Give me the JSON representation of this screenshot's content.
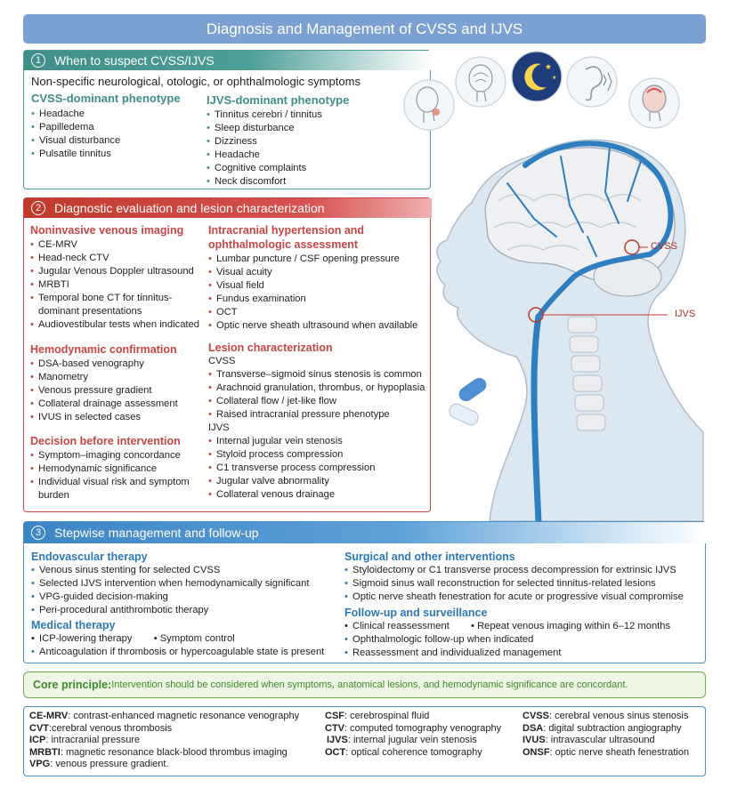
{
  "title": "Diagnosis and Management of CVSS and IJVS",
  "section1": {
    "number": "1",
    "header": "When to suspect CVSS/IJVS",
    "intro": "Non-specific neurological, otologic, or ophthalmologic symptoms",
    "cvss": {
      "title": "CVSS-dominant phenotype",
      "items": [
        "Headache",
        "Papilledema",
        "Visual disturbance",
        "Pulsatile tinnitus"
      ]
    },
    "ijvs": {
      "title": "IJVS-dominant phenotype",
      "items": [
        "Tinnitus cerebri / tinnitus",
        "Sleep disturbance",
        "Dizziness",
        "Headache",
        "Cognitive complaints",
        "Neck discomfort"
      ]
    }
  },
  "section2": {
    "number": "2",
    "header": "Diagnostic evaluation and lesion characterization",
    "noninvasive": {
      "title": "Noninvasive venous imaging",
      "items": [
        "CE-MRV",
        "Head-neck CTV",
        "Jugular Venous Doppler ultrasound",
        "MRBTI",
        "Temporal bone CT for tinnitus-",
        "Audiovestibular tests when indicated"
      ],
      "item5_cont": "dominant presentations"
    },
    "hemodynamic": {
      "title": "Hemodynamic confirmation",
      "items": [
        "DSA-based venography",
        "Manometry",
        "Venous pressure gradient",
        "Collateral drainage assessment",
        "IVUS in selected cases"
      ]
    },
    "decision": {
      "title": "Decision before intervention",
      "items": [
        "Symptom–imaging concordance",
        "Hemodynamic significance",
        "Individual visual risk and symptom"
      ],
      "item3_cont": "burden"
    },
    "icp": {
      "title_line1": "Intracranial hypertension and",
      "title_line2": "ophthalmologic assessment",
      "items": [
        "Lumbar puncture / CSF opening pressure",
        "Visual acuity",
        "Visual field",
        "Fundus examination",
        "OCT",
        "Optic nerve sheath ultrasound when available"
      ]
    },
    "lesion": {
      "title": "Lesion characterization",
      "cvss_label": "CVSS",
      "cvss_items": [
        "Transverse–sigmoid sinus stenosis is common",
        "Arachnoid granulation, thrombus, or hypoplasia",
        "Collateral flow / jet-like flow",
        "Raised intracranial pressure phenotype"
      ],
      "ijvs_label": "IJVS",
      "ijvs_items": [
        "Internal jugular vein stenosis",
        "Styloid process compression",
        "C1 transverse process compression",
        "Jugular valve abnormality",
        "Collateral venous drainage"
      ]
    }
  },
  "section3": {
    "number": "3",
    "header": "Stepwise management and follow-up",
    "endo": {
      "title": "Endovascular therapy",
      "items": [
        "Venous sinus stenting for selected CVSS",
        "Selected IJVS intervention when hemodynamically significant",
        "VPG-guided decision-making",
        "Peri-procedural antithrombotic therapy"
      ]
    },
    "medical": {
      "title": "Medical therapy",
      "item_a": "ICP-lowering therapy",
      "item_b": "Symptom control",
      "item_c": "Anticoagulation if thrombosis or hypercoagulable state is present"
    },
    "surgical": {
      "title": "Surgical and other interventions",
      "items": [
        "Styloidectomy or C1 transverse process decompression for extrinsic IJVS",
        "Sigmoid sinus wall reconstruction for selected tinnitus-related lesions",
        "Optic nerve sheath fenestration for acute or progressive visual compromise"
      ]
    },
    "followup": {
      "title": "Follow-up and surveillance",
      "item_a": "Clinical reassessment",
      "item_b": "Repeat venous imaging within 6–12 months",
      "item_c": "Ophthalmologic follow-up when indicated",
      "item_d": "Reassessment and individualized management"
    }
  },
  "core": {
    "label": "Core principle:",
    "text": "Intervention should be considered when symptoms, anatomical lesions, and hemodynamic significance are concordant."
  },
  "figure_labels": {
    "cvss": "CVSS",
    "ijvs": "IJVS"
  },
  "abbreviations": [
    {
      "abbr": "CE-MRV",
      "def": ": contrast-enhanced magnetic resonance venography"
    },
    {
      "abbr": "CVT",
      "def": ":cerebral venous thrombosis"
    },
    {
      "abbr": "ICP",
      "def": ": intracranial pressure"
    },
    {
      "abbr": "MRBTI",
      "def": ": magnetic resonance black-blood thrombus imaging"
    },
    {
      "abbr": "VPG",
      "def": ": venous pressure gradient."
    },
    {
      "abbr": "CSF",
      "def": ": cerebrospinal fluid"
    },
    {
      "abbr": "CTV",
      "def": ": computed tomography venography"
    },
    {
      "abbr": "IJVS",
      "def": ": internal jugular vein stenosis"
    },
    {
      "abbr": "OCT",
      "def": ": optical coherence tomography"
    },
    {
      "abbr": "CVSS",
      "def": ": cerebral venous sinus stenosis"
    },
    {
      "abbr": "DSA",
      "def": ": digital subtraction angiography"
    },
    {
      "abbr": "IVUS",
      "def": ": intravascular ultrasound"
    },
    {
      "abbr": "ONSF",
      "def": ": optic nerve sheath fenestration"
    }
  ]
}
